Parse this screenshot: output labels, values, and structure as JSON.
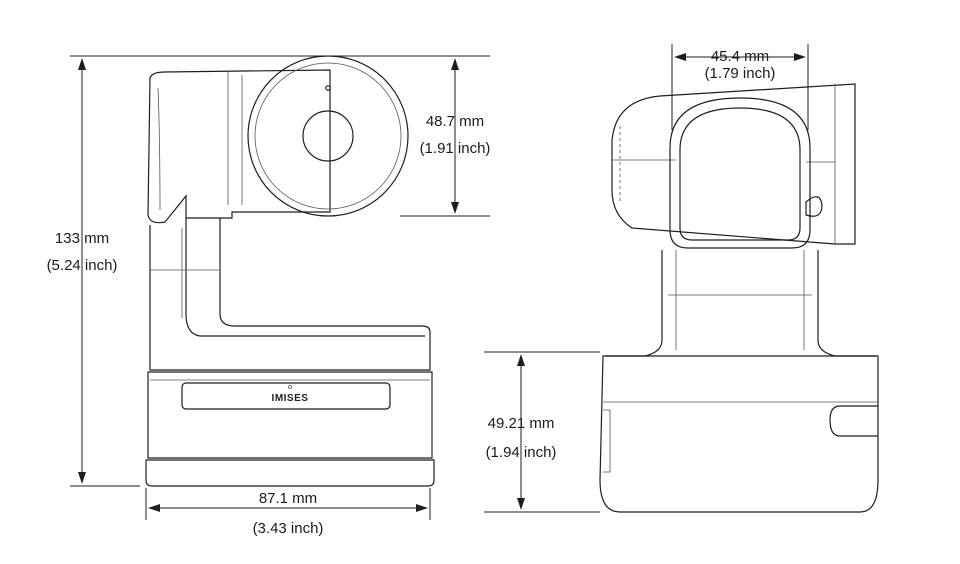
{
  "dimensions": {
    "height": {
      "mm": "133 mm",
      "inch": "(5.24 inch)"
    },
    "width": {
      "mm": "87.1 mm",
      "inch": "(3.43 inch)"
    },
    "lens_diameter": {
      "mm": "48.7 mm",
      "inch": "(1.91 inch)"
    },
    "head_depth": {
      "mm": "45.4 mm",
      "inch": "(1.79 inch)"
    },
    "base_height": {
      "mm": "49.21 mm",
      "inch": "(1.94 inch)"
    }
  },
  "brand": {
    "logo_text": "IMISES"
  },
  "colors": {
    "line": "#1e1e1e",
    "background": "#ffffff"
  }
}
